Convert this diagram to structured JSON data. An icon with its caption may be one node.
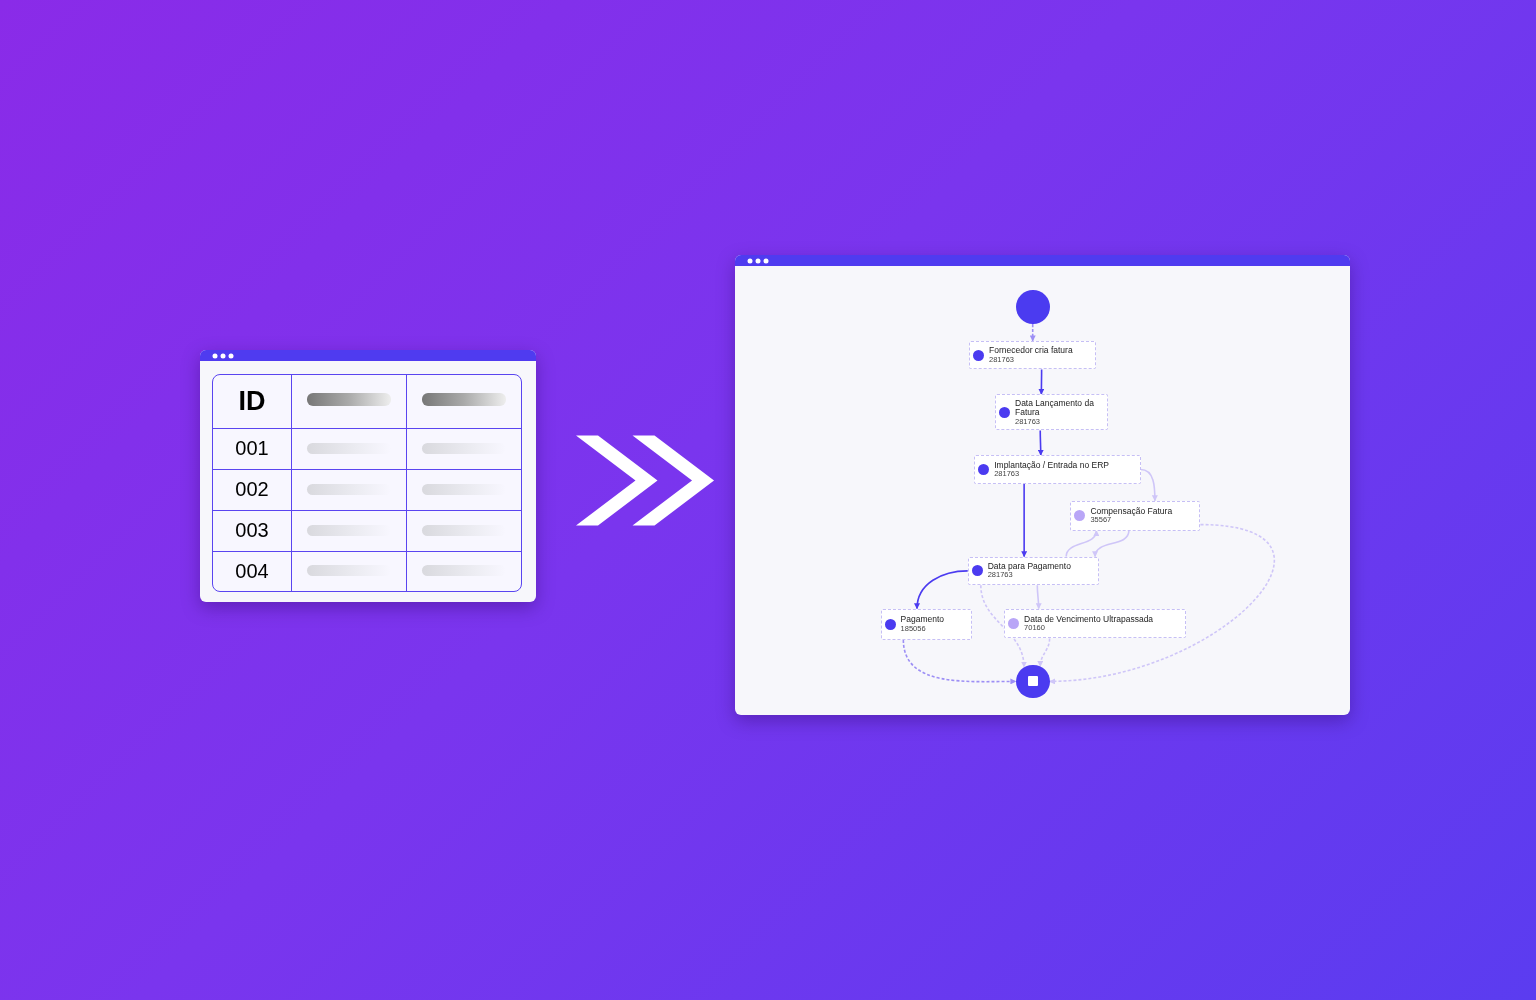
{
  "diagram": {
    "nodes": [
      {
        "text": [],
        "shape": "box"
      },
      {
        "text": [],
        "shape": "box"
      },
      {
        "text": [],
        "shape": "circle",
        "in": 1
      },
      {
        "text": [
          "Fornecedor cria fatura",
          "281763"
        ],
        "in": 1
      },
      {
        "text": [
          "Data Lançamento da Fatura",
          "281763"
        ],
        "in": 1
      },
      {
        "text": [
          "Implantação / Entrada no ERP",
          "281763"
        ],
        "in": 1
      },
      {
        "text": [
          "Compensação Fatura",
          "35567"
        ],
        "in": 1
      },
      {
        "text": [
          "Data para Pagamento",
          "281763"
        ],
        "in": 1
      },
      {
        "text": [
          "Pagamento",
          "185056"
        ],
        "in": 1
      },
      {
        "text": [
          "Data de Vencimento Ultrapassada",
          "70160"
        ],
        "in": 1
      },
      {
        "text": [],
        "shape": "circle",
        "in": 1
      }
    ],
    "edges": [
      {
        "from": 0,
        "to": 1,
        "arrow": "to",
        "style": "thick",
        "color": "#ffffff"
      },
      {
        "from": 2,
        "to": 3,
        "arrow": "to",
        "style": "dashed",
        "color": "#9d8ff5"
      },
      {
        "from": 3,
        "to": 4,
        "arrow": "to",
        "color": "#4b3bf0"
      },
      {
        "from": 4,
        "to": 5,
        "arrow": "to",
        "color": "#4b3bf0"
      },
      {
        "from": 5,
        "to": 7,
        "arrow": "to",
        "color": "#4b3bf0"
      },
      {
        "from": 5,
        "to": 6,
        "arrow": "to"
      },
      {
        "from": 7,
        "to": 6,
        "arrow": "to"
      },
      {
        "from": 6,
        "to": 7,
        "arrow": "to"
      },
      {
        "from": 7,
        "to": 8,
        "arrow": "to",
        "color": "#4b3bf0"
      },
      {
        "from": 7,
        "to": 9,
        "arrow": "to"
      },
      {
        "from": 7,
        "to": 10,
        "arrow": "to",
        "style": "dashed"
      },
      {
        "from": 8,
        "to": 10,
        "arrow": "to",
        "style": "dashed",
        "color": "#9d8ff5"
      },
      {
        "from": 9,
        "to": 10,
        "arrow": "to",
        "style": "dashed"
      },
      {
        "from": 6,
        "to": 10,
        "arrow": "to",
        "style": "dashed"
      }
    ],
    "labels": [
      "ID",
      "001",
      "002",
      "003",
      "004"
    ]
  }
}
